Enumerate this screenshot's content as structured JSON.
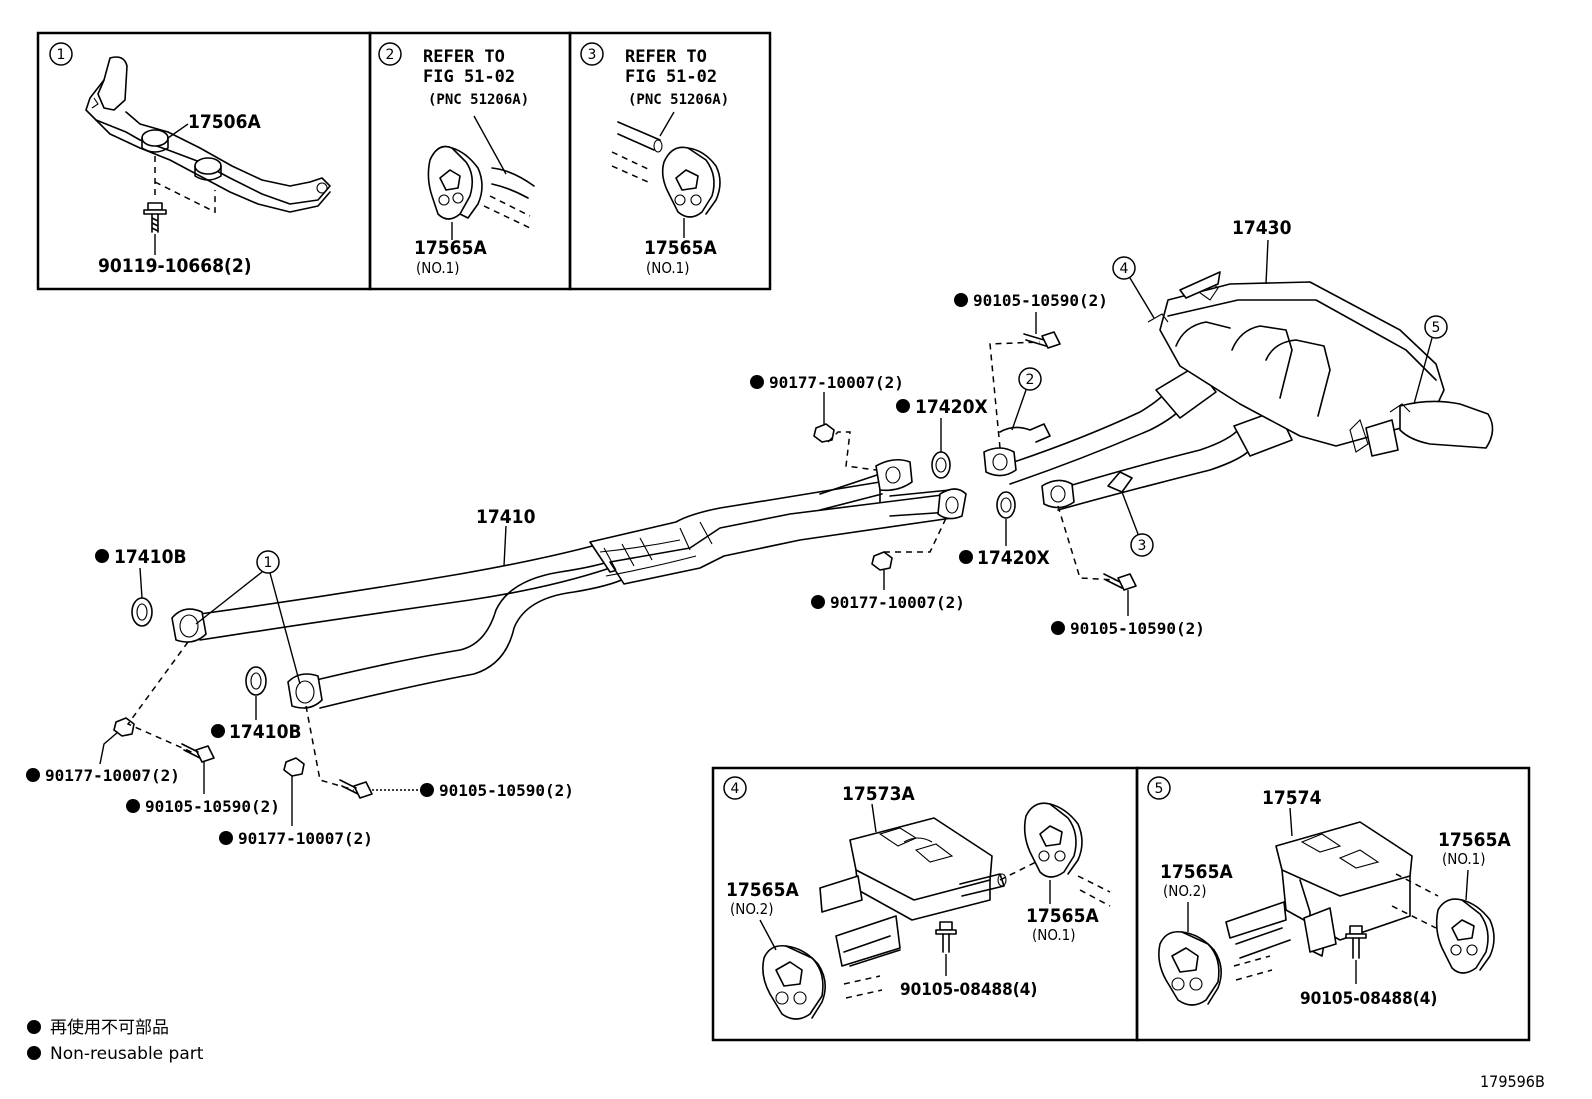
{
  "figure_id": "179596B",
  "legend": {
    "japanese": "再使用不可部品",
    "english": "Non-reusable part"
  },
  "insets": {
    "i1": {
      "num": "1",
      "part": "17506A",
      "bolt": "90119-10668(2)"
    },
    "i2": {
      "num": "2",
      "ref1": "REFER TO",
      "ref2": "FIG 51-02",
      "ref3": "(PNC 51206A)",
      "part": "17565A",
      "sub": "(NO.1)"
    },
    "i3": {
      "num": "3",
      "ref1": "REFER TO",
      "ref2": "FIG 51-02",
      "ref3": "(PNC 51206A)",
      "part": "17565A",
      "sub": "(NO.1)"
    },
    "i4": {
      "num": "4",
      "bracket": "17573A",
      "hanger_left": "17565A",
      "hanger_left_sub": "(NO.2)",
      "hanger_right": "17565A",
      "hanger_right_sub": "(NO.1)",
      "bolt": "90105-08488(4)"
    },
    "i5": {
      "num": "5",
      "bracket": "17574",
      "hanger_left": "17565A",
      "hanger_left_sub": "(NO.2)",
      "hanger_right": "17565A",
      "hanger_right_sub": "(NO.1)",
      "bolt": "90105-08488(4)"
    }
  },
  "main": {
    "p17410": "17410",
    "p17430": "17430",
    "g17410b_upper": "17410B",
    "g17410b_lower": "17410B",
    "g17420x_upper": "17420X",
    "g17420x_lower": "17420X",
    "nut_top": "90177-10007(2)",
    "nut_mid": "90177-10007(2)",
    "nut_left": "90177-10007(2)",
    "nut_lower": "90177-10007(2)",
    "bolt_left": "90105-10590(2)",
    "bolt_lower": "90105-10590(2)",
    "bolt_top_right": "90105-10590(2)",
    "bolt_right": "90105-10590(2)",
    "callout_1": "1",
    "callout_2": "2",
    "callout_3": "3",
    "callout_4": "4",
    "callout_5": "5"
  }
}
